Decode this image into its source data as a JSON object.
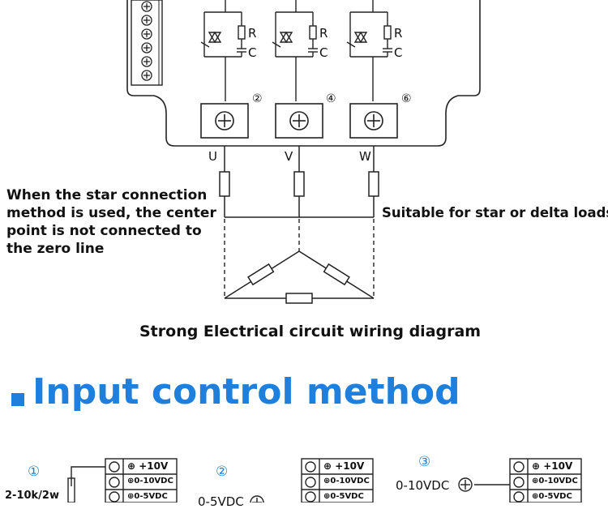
{
  "terminals": {
    "phase_labels": [
      "U",
      "V",
      "W"
    ],
    "terminal_numbers": [
      "②",
      "④",
      "⑥"
    ],
    "rc_labels": {
      "r": "R",
      "c": "C"
    }
  },
  "notes": {
    "star_center": [
      "When the star connection",
      "method is used, the center",
      "point is not connected to",
      "the zero line"
    ],
    "suitable": "Suitable for star or delta loads"
  },
  "caption": "Strong Electrical circuit wiring diagram",
  "section": {
    "heading": "Input control method"
  },
  "methods": [
    {
      "number": "①",
      "label": "2-10k/2w",
      "terminals": [
        "⊕ +10V",
        "⊕0-10VDC",
        "⊕0-5VDC"
      ]
    },
    {
      "number": "②",
      "label": "0-5VDC",
      "terminals": [
        "⊕ +10V",
        "⊕0-10VDC",
        "⊕0-5VDC"
      ]
    },
    {
      "number": "③",
      "label": "0-10VDC",
      "terminals": [
        "⊕ +10V",
        "⊕0-10VDC",
        "⊕0-5VDC"
      ]
    }
  ],
  "colors": {
    "accent": "#1e7fdc",
    "line": "#222222"
  }
}
